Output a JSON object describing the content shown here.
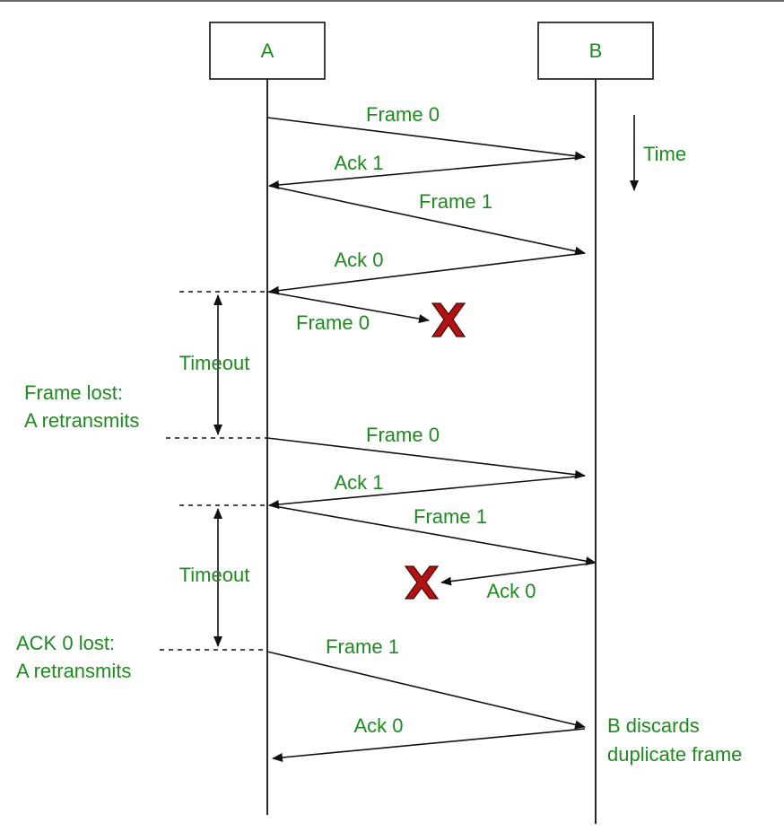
{
  "participants": {
    "a": "A",
    "b": "B"
  },
  "time_label": "Time",
  "messages": {
    "m1": "Frame 0",
    "m2": "Ack 1",
    "m3": "Frame 1",
    "m4": "Ack 0",
    "m5": "Frame 0",
    "m6": "Frame 0",
    "m7": "Ack 1",
    "m8": "Frame 1",
    "m9": "Ack 0",
    "m10": "Frame 1",
    "m11": "Ack 0"
  },
  "timeouts": {
    "t1": "Timeout",
    "t2": "Timeout"
  },
  "notes": {
    "frame_lost_1": "Frame lost:",
    "frame_lost_2": "A retransmits",
    "ack_lost_1": "ACK 0 lost:",
    "ack_lost_2": "A retransmits",
    "discard_1": "B discards",
    "discard_2": "duplicate frame"
  },
  "colors": {
    "label": "#1f8a1f",
    "loss_mark": "#b31212",
    "line": "#111111"
  },
  "icons": {
    "loss": "x-mark-icon"
  }
}
